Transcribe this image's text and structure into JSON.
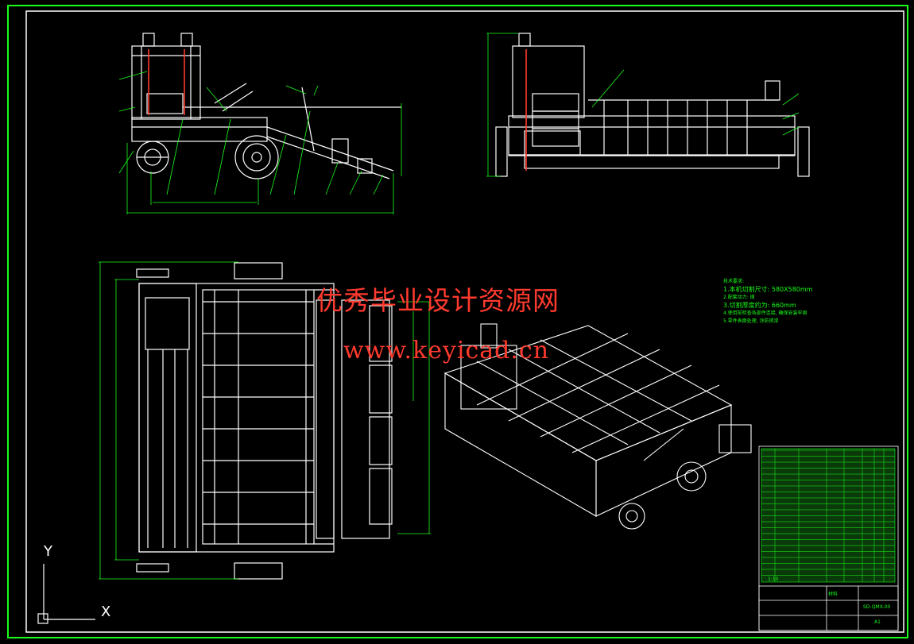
{
  "watermark": {
    "line1": "优秀毕业设计资源网",
    "line2": "www.keyicad.cn"
  },
  "technical_notes": {
    "heading": "技术要求:",
    "lines": [
      "1.本机切割尺寸: 580X580mm",
      "2.配套动力: 拨",
      "3.切割厚度约为: 660mm",
      "4.使用前检查各部件连接, 确保安装牢固",
      "5.零件表面处理, 涂防锈漆"
    ]
  },
  "title_block": {
    "drawing_number": "SD-QMX-00",
    "sheet_size": "A1",
    "scale_label": "1:10",
    "material_label": "材料"
  },
  "ucs": {
    "x_label": "X",
    "y_label": "Y"
  },
  "colors": {
    "background": "#000000",
    "frame": "#19ff19",
    "linework": "#ffffff",
    "dimension": "#19ff19",
    "accent": "#ff3a2e"
  }
}
